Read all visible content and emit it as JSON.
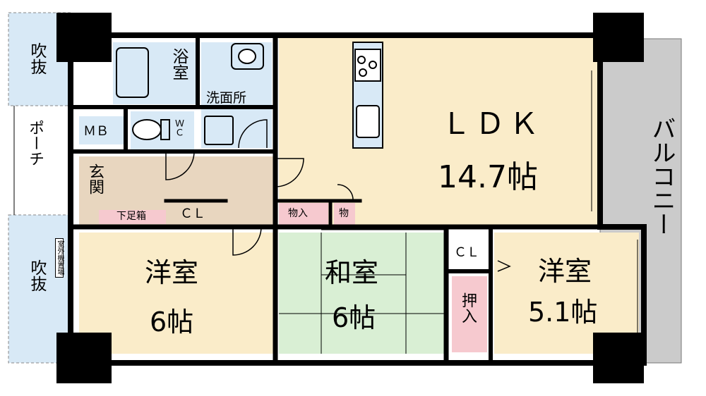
{
  "rooms": {
    "void_top": "吹抜",
    "bath": "浴室",
    "washroom": "洗面所",
    "mb": "ＭＢ",
    "wc": "ＷＣ",
    "porch": "ポーチ",
    "entrance": "玄関",
    "shoe_box": "下足箱",
    "cl_west": "ＣＬ",
    "storage_a": "物入",
    "storage_b": "物",
    "ldk_name": "ＬＤＫ",
    "ldk_size": "14.7帖",
    "balcony": "バルコニー",
    "void_bottom": "吹抜",
    "outdoor_unit": "室外機置場",
    "west_room_name": "洋室",
    "west_room_size": "6帖",
    "japanese_name": "和室",
    "japanese_size": "6帖",
    "closet_jp": "押入",
    "cl_east": "ＣＬ",
    "east_room_name": "洋室",
    "east_room_size": "5.1帖"
  },
  "colors": {
    "ldk": "#faecc9",
    "western_rooms": "#faecc9",
    "japanese": "#d9efd4",
    "wet_areas": "#d8e9f6",
    "entrance": "#e8d6bf",
    "storage": "#f6c9cf",
    "balcony": "#cbcbcb",
    "walls": "#000000"
  }
}
